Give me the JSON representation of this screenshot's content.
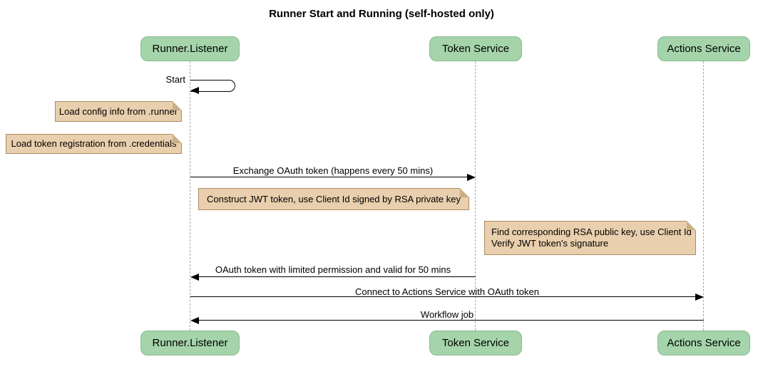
{
  "title": "Runner Start and Running (self-hosted only)",
  "participants": {
    "runner_listener": "Runner.Listener",
    "token_service": "Token Service",
    "actions_service": "Actions Service"
  },
  "messages": {
    "start": "Start",
    "exchange_oauth": "Exchange OAuth token (happens every 50 mins)",
    "oauth_return": "OAuth token with limited permission and valid for 50 mins",
    "connect_actions": "Connect to Actions Service with OAuth token",
    "workflow_job": "Workflow job"
  },
  "notes": {
    "load_config": "Load config info from .runner",
    "load_token_registration": "Load token registration from .credentials",
    "construct_jwt": "Construct JWT token, use Client Id signed by RSA private key",
    "verify_jwt": "Find corresponding RSA public key, use Client Id\nVerify JWT token's signature"
  },
  "colors": {
    "participant_fill": "#a5d4aa",
    "participant_border": "#8abb90",
    "note_fill": "#e9cfad",
    "note_border": "#a98d62",
    "note_fold": "#cbae85",
    "lifeline": "#aaaaaa",
    "arrow": "#000000",
    "text": "#000000",
    "background": "#ffffff"
  }
}
